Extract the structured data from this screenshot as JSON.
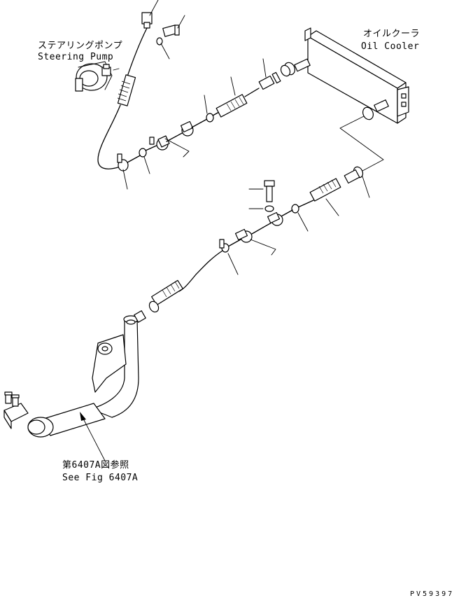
{
  "labels": {
    "steering_pump_jp": "ステアリングポンプ",
    "steering_pump_en": "Steering Pump",
    "oil_cooler_jp": "オイルクーラ",
    "oil_cooler_en": "Oil Cooler",
    "see_fig_jp": "第6407A図参照",
    "see_fig_en": "See Fig 6407A",
    "drawing_code": "PV59397"
  }
}
